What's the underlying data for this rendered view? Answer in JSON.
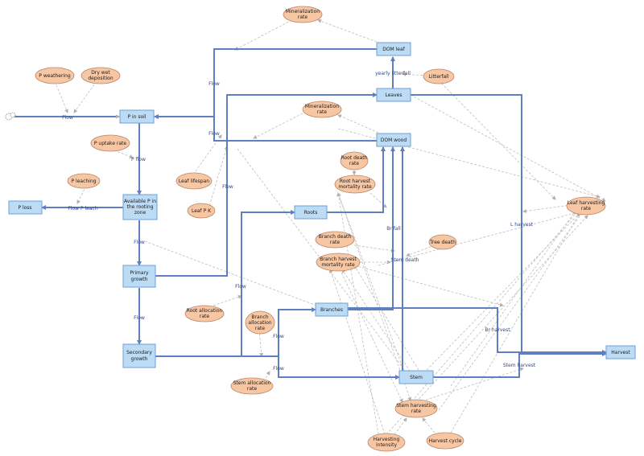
{
  "stocks": {
    "dom_leaf": "DOM leaf",
    "p_in_soil": "P in soil",
    "leaves": "Leaves",
    "dom_wood": "DOM wood",
    "p_loss": "P loss",
    "available_p_1": "Available P in",
    "available_p_2": "the rooting",
    "available_p_3": "zone",
    "roots": "Roots",
    "primary_growth_1": "Primary",
    "primary_growth_2": "growth",
    "branches": "Branches",
    "secondary_growth_1": "Secondary",
    "secondary_growth_2": "growth",
    "stem": "Stem",
    "harvest": "Harvest"
  },
  "auxiliaries": {
    "mineralization_leaf_1": "Mineralization",
    "mineralization_leaf_2": "rate",
    "p_weathering": "P weathering",
    "dry_wet_1": "Dry wet",
    "dry_wet_2": "deposition",
    "litterfall": "Litterfall",
    "mineralization_wood_1": "Mineralization",
    "mineralization_wood_2": "rate",
    "p_uptake": "P uptake rate",
    "root_death_1": "Root death",
    "root_death_2": "rate",
    "root_harvest_1": "Root harvest",
    "root_harvest_2": "mortality rate",
    "p_leaching": "P leaching",
    "leaf_lifespan": "Leaf lifespan",
    "leaf_harvesting_1": "Leaf harvesting",
    "leaf_harvesting_2": "rate",
    "leaf_pk": "Leaf P K",
    "branch_death_1": "Branch death",
    "branch_death_2": "rate",
    "tree_death": "Tree death",
    "branch_harvest_1": "Branch harvest",
    "branch_harvest_2": "mortality rate",
    "root_alloc_1": "Root allocation",
    "root_alloc_2": "rate",
    "branch_alloc_1": "Branch",
    "branch_alloc_2": "allocation",
    "branch_alloc_3": "rate",
    "stem_alloc_1": "Stem allocation",
    "stem_alloc_2": "rate",
    "stem_harvesting_1": "Stem harvesting",
    "stem_harvesting_2": "rate",
    "harvesting_intensity_1": "Harvesting",
    "harvesting_intensity_2": "intensity",
    "harvest_cycle": "Harvest cycle"
  },
  "flows": {
    "flow_dom_leaf": "Flow",
    "flow_input": "Flow",
    "flow_dom_wood": "Flow",
    "yearly_litterfall": "yearly litterfall",
    "p_flow": "P flow",
    "flow_leaves": "Flow",
    "flow_p_leach": "Flow P leach",
    "flow_primary": "Flow",
    "flow_roots": "Flow",
    "l_harvest": "L harvest",
    "br_fall": "Br fall",
    "stem_death": "Stem death",
    "flow_secondary": "Flow",
    "flow_branches": "Flow",
    "flow_stem": "Flow",
    "br_harvest": "Br harvest",
    "stem_harvest": "Stem harvest"
  },
  "colors": {
    "stock_fill": "#bcdcf6",
    "aux_fill": "#f7c6a3",
    "flow_line": "#5e80c3",
    "info_line": "#bdbdbd"
  }
}
